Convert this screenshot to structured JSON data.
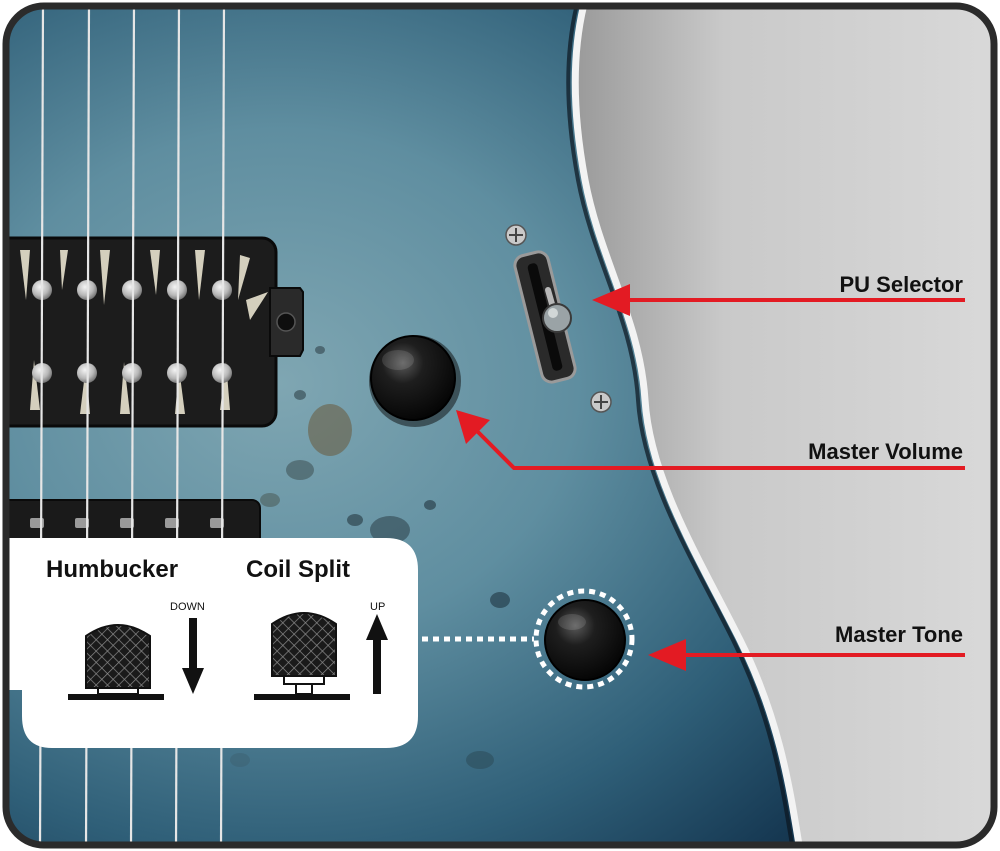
{
  "callouts": {
    "pu_selector": "PU Selector",
    "master_volume": "Master Volume",
    "master_tone": "Master Tone"
  },
  "coil_panel": {
    "humbucker": {
      "title": "Humbucker",
      "direction": "DOWN"
    },
    "coil_split": {
      "title": "Coil Split",
      "direction": "UP"
    }
  },
  "colors": {
    "arrow": "#e31b23",
    "body_wood": "#4f7f93",
    "frame": "#2b2b2b"
  }
}
